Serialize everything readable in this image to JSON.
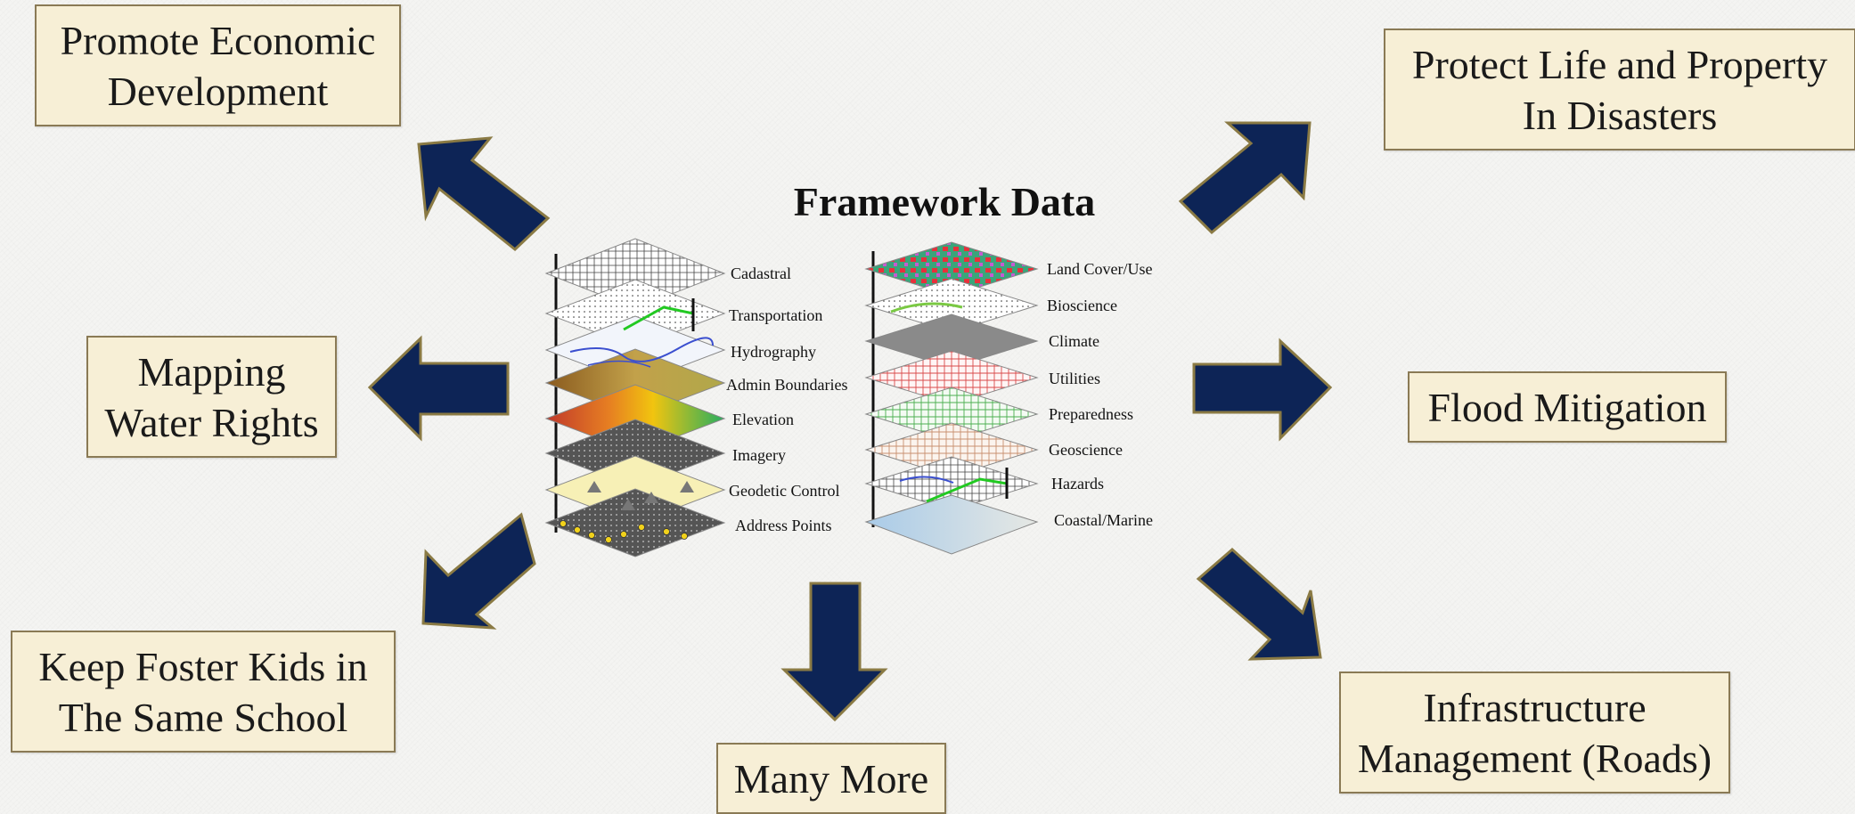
{
  "title": "Framework Data",
  "outcomes": {
    "economic": [
      "Promote Economic",
      "Development"
    ],
    "disasters": [
      "Protect Life and Property",
      "In Disasters"
    ],
    "water": [
      "Mapping",
      "Water Rights"
    ],
    "flood": [
      "Flood Mitigation"
    ],
    "foster": [
      "Keep Foster Kids in",
      "The Same School"
    ],
    "infrastructure": [
      "Infrastructure",
      "Management (Roads)"
    ],
    "more": [
      "Many More"
    ]
  },
  "layers_left": [
    "Cadastral",
    "Transportation",
    "Hydrography",
    "Admin Boundaries",
    "Elevation",
    "Imagery",
    "Geodetic Control",
    "Address Points"
  ],
  "layers_right": [
    "Land Cover/Use",
    "Bioscience",
    "Climate",
    "Utilities",
    "Preparedness",
    "Geoscience",
    "Hazards",
    "Coastal/Marine"
  ],
  "colors": {
    "arrow": "#0d2456",
    "arrow_border": "#8a7a44",
    "box_fill": "#f7efd6",
    "box_border": "#8a7a55"
  }
}
